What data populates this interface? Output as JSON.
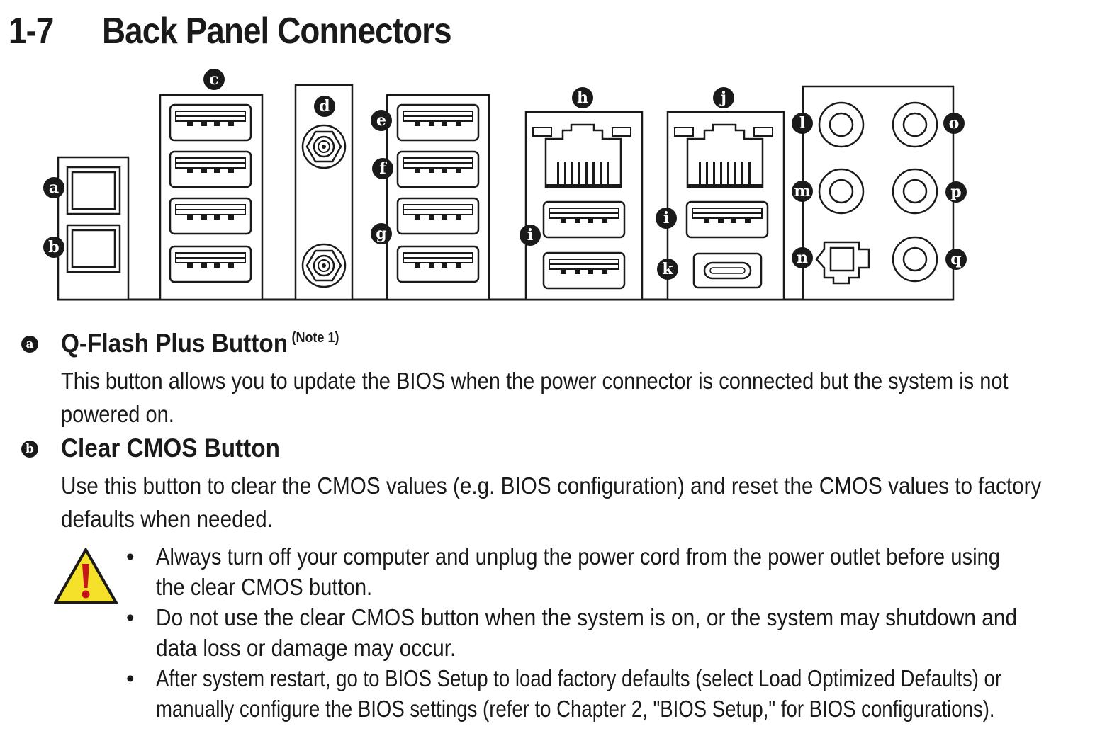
{
  "section": {
    "number": "1-7",
    "title": "Back Panel Connectors"
  },
  "diagram": {
    "letters": [
      "a",
      "b",
      "c",
      "d",
      "e",
      "f",
      "g",
      "h",
      "i",
      "i",
      "j",
      "i",
      "k",
      "l",
      "m",
      "n",
      "o",
      "p",
      "q"
    ]
  },
  "items": [
    {
      "letter": "a",
      "title": "Q-Flash Plus Button",
      "note": "(Note 1)",
      "lines": [
        "This button allows you to update the BIOS when the power connector is connected but the system is not",
        "powered on."
      ]
    },
    {
      "letter": "b",
      "title": "Clear CMOS Button",
      "lines": [
        "Use this button to clear the CMOS values (e.g. BIOS configuration) and reset the CMOS values to factory",
        "defaults when needed."
      ]
    }
  ],
  "caution": {
    "icon": "warning-triangle-icon",
    "colors": {
      "fill": "#f5e02a",
      "mark": "#c8161d"
    },
    "bullet_symbol": "•",
    "bullets": [
      [
        "Always turn off your computer and unplug the power cord from the power outlet before using",
        "the clear CMOS button."
      ],
      [
        "Do not use the clear CMOS button when the system is on, or the system may shutdown and",
        "data loss or damage may occur."
      ],
      [
        "After system restart, go to BIOS Setup to load factory defaults (select Load Optimized Defaults) or",
        "manually configure the BIOS settings (refer to Chapter 2, \"BIOS Setup,\" for BIOS configurations)."
      ]
    ]
  }
}
